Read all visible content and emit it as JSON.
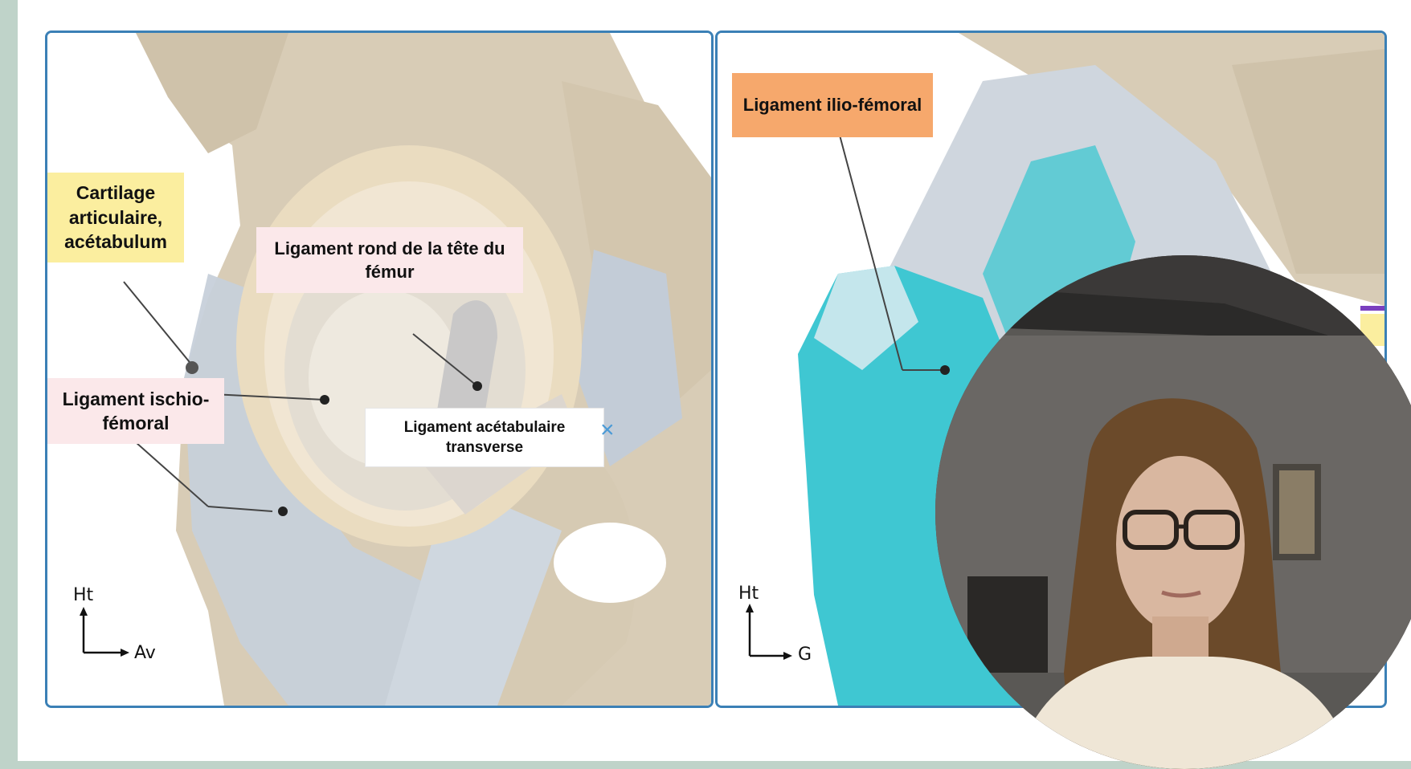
{
  "left_panel": {
    "labels": {
      "cartilage": "Cartilage\narticulaire,\nacétabulum",
      "ligament_rond": "Ligament rond de la tête du\nfémur",
      "ischio_femoral": "Ligament ischio-\nfémoral",
      "acetabulaire": "Ligament acétabulaire\ntransverse"
    },
    "axis": {
      "up": "Ht",
      "right": "Av"
    }
  },
  "right_panel": {
    "labels": {
      "ilio_femoral": "Ligament ilio-fémoral"
    },
    "axis": {
      "up": "Ht",
      "right": "G"
    }
  },
  "close_icon": "×",
  "colors": {
    "frame": "#3b80b6",
    "bone": "#d9cdb8",
    "cartilage": "#eadcc0",
    "ligament": "#c9d2dc",
    "femur_highlight": "#3fc7d2",
    "label_yellow": "#fbee9f",
    "label_pink": "#fbe8ea",
    "label_orange": "#f6a86c"
  }
}
